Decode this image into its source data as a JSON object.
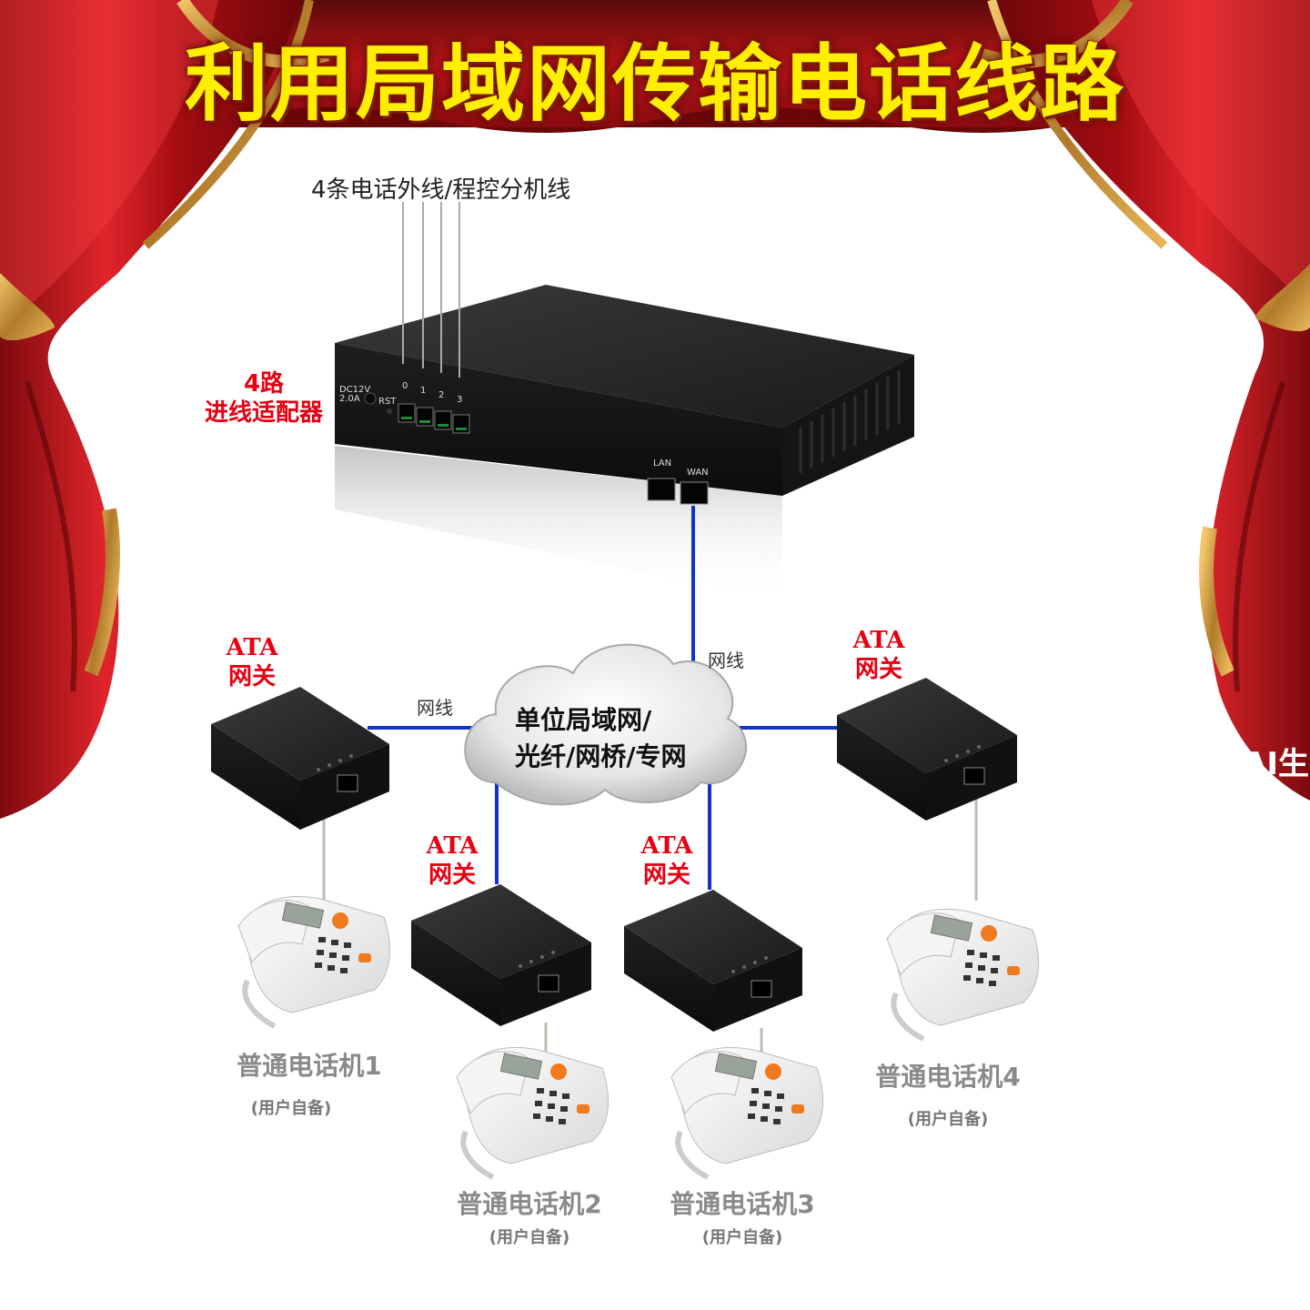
{
  "title": "利用局域网传输电话线路",
  "top_label": "4条电话外线/程控分机线",
  "adapter_label": {
    "line1": "4路",
    "line2": "进线适配器"
  },
  "router_ports": {
    "power": "DC12V 2.0A",
    "reset": "RST",
    "fxo": [
      "0",
      "1",
      "2",
      "3"
    ],
    "lan": "LAN",
    "wan": "WAN"
  },
  "cloud": {
    "line1": "单位局域网/",
    "line2": "光纤/网桥/专网"
  },
  "cable_label": "网线",
  "gateways": [
    {
      "line1": "ATA",
      "line2": "网关"
    },
    {
      "line1": "ATA",
      "line2": "网关"
    },
    {
      "line1": "ATA",
      "line2": "网关"
    },
    {
      "line1": "ATA",
      "line2": "网关"
    }
  ],
  "phones": [
    {
      "name": "普通电话机1",
      "note": "(用户自备)"
    },
    {
      "name": "普通电话机2",
      "note": "(用户自备)"
    },
    {
      "name": "普通电话机3",
      "note": "(用户自备)"
    },
    {
      "name": "普通电话机4",
      "note": "(用户自备)"
    }
  ],
  "edge_text": "AI生",
  "colors": {
    "network_line": "#1133cc",
    "phone_line": "#b8c0b0",
    "title": "#ffee00",
    "label_red": "#e60012",
    "curtain": "#c4101a"
  }
}
